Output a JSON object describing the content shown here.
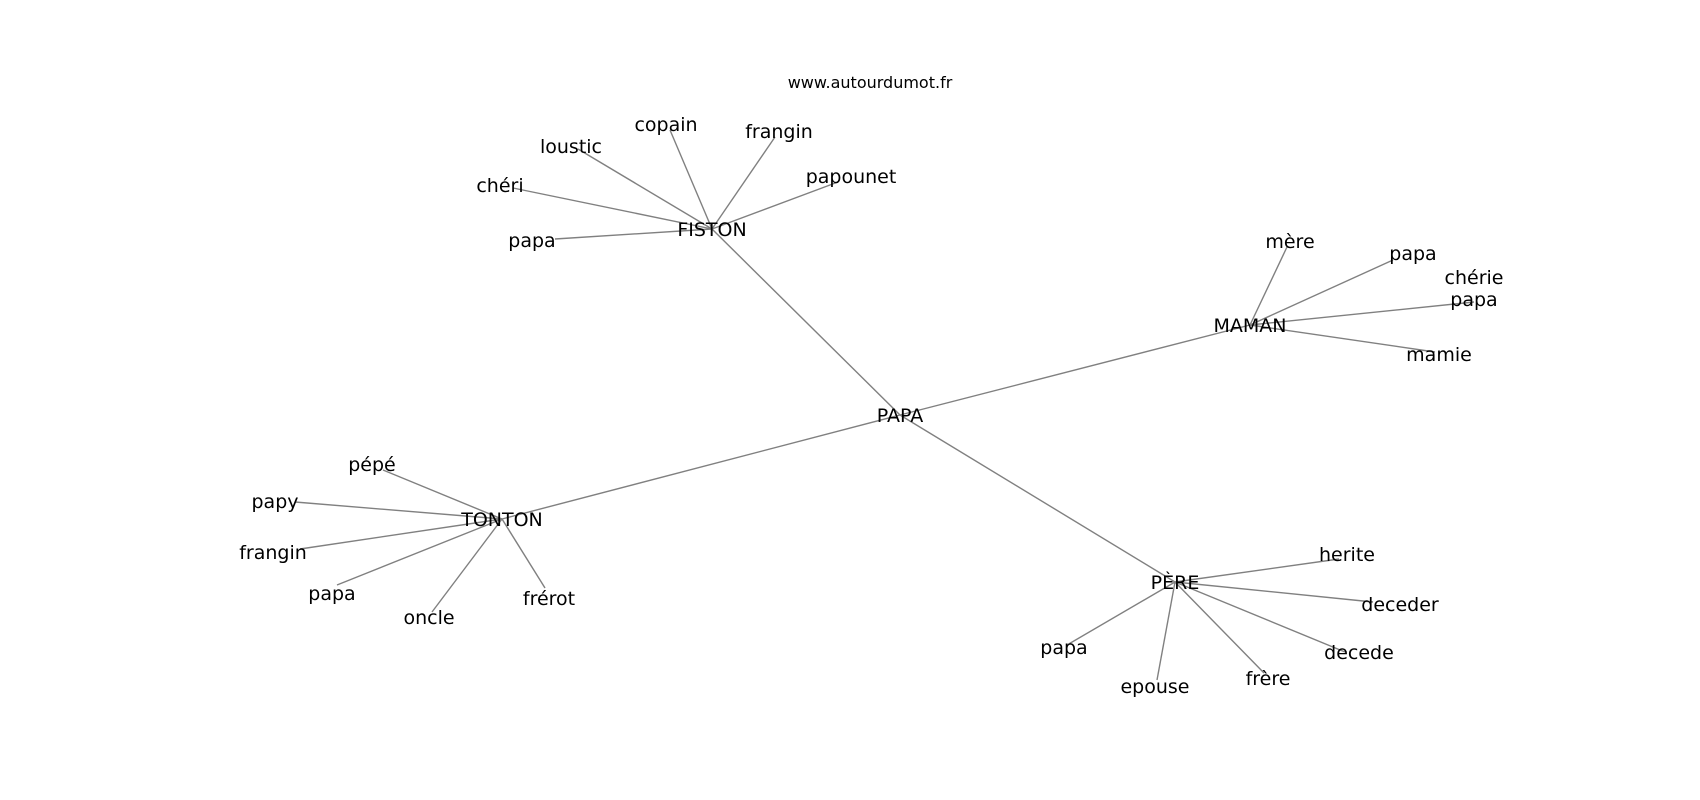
{
  "source_text": "www.autourdumot.fr",
  "center": {
    "label": "PAPA"
  },
  "groups": [
    {
      "hub": "FISTON",
      "words": [
        "papa",
        "chéri",
        "loustic",
        "copain",
        "frangin",
        "papounet"
      ]
    },
    {
      "hub": "MAMAN",
      "words": [
        "mère",
        "papa",
        "chérie\npapa",
        "mamie"
      ]
    },
    {
      "hub": "TONTON",
      "words": [
        "pépé",
        "papy",
        "frangin",
        "papa",
        "oncle",
        "frérot"
      ]
    },
    {
      "hub": "PÈRE",
      "words": [
        "herite",
        "deceder",
        "decede",
        "frère",
        "epouse",
        "papa"
      ]
    }
  ]
}
